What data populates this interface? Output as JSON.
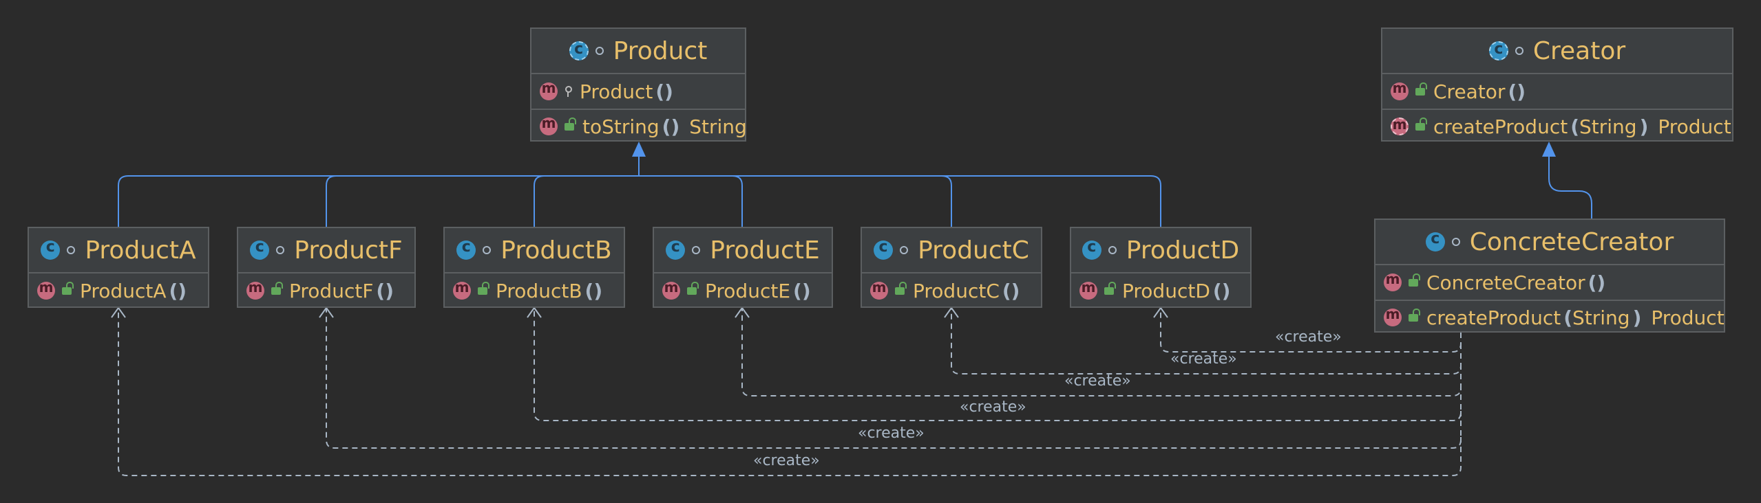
{
  "classes": {
    "product": {
      "name": "Product",
      "m1": "Product",
      "m2": "toString",
      "m2_ret": "String"
    },
    "creator": {
      "name": "Creator",
      "m1": "Creator",
      "m2": "createProduct",
      "m2_param": "String",
      "m2_ret": "Product"
    },
    "concrete_creator": {
      "name": "ConcreteCreator",
      "m1": "ConcreteCreator",
      "m2": "createProduct",
      "m2_param": "String",
      "m2_ret": "Product"
    },
    "product_a": {
      "name": "ProductA",
      "m1": "ProductA"
    },
    "product_f": {
      "name": "ProductF",
      "m1": "ProductF"
    },
    "product_b": {
      "name": "ProductB",
      "m1": "ProductB"
    },
    "product_e": {
      "name": "ProductE",
      "m1": "ProductE"
    },
    "product_c": {
      "name": "ProductC",
      "m1": "ProductC"
    },
    "product_d": {
      "name": "ProductD",
      "m1": "ProductD"
    }
  },
  "paren_open": "(",
  "paren_close": ")",
  "parens": "()",
  "dep_label": "«create»",
  "colors": {
    "background": "#2b2b2b",
    "inheritance_edge": "#5394ec",
    "dependency_edge": "#a9b7c6",
    "class_name": "#e8bf6a"
  },
  "icons": {
    "class": "class-icon",
    "method": "method-icon",
    "public": "lock-open-icon",
    "protected": "key-icon"
  }
}
